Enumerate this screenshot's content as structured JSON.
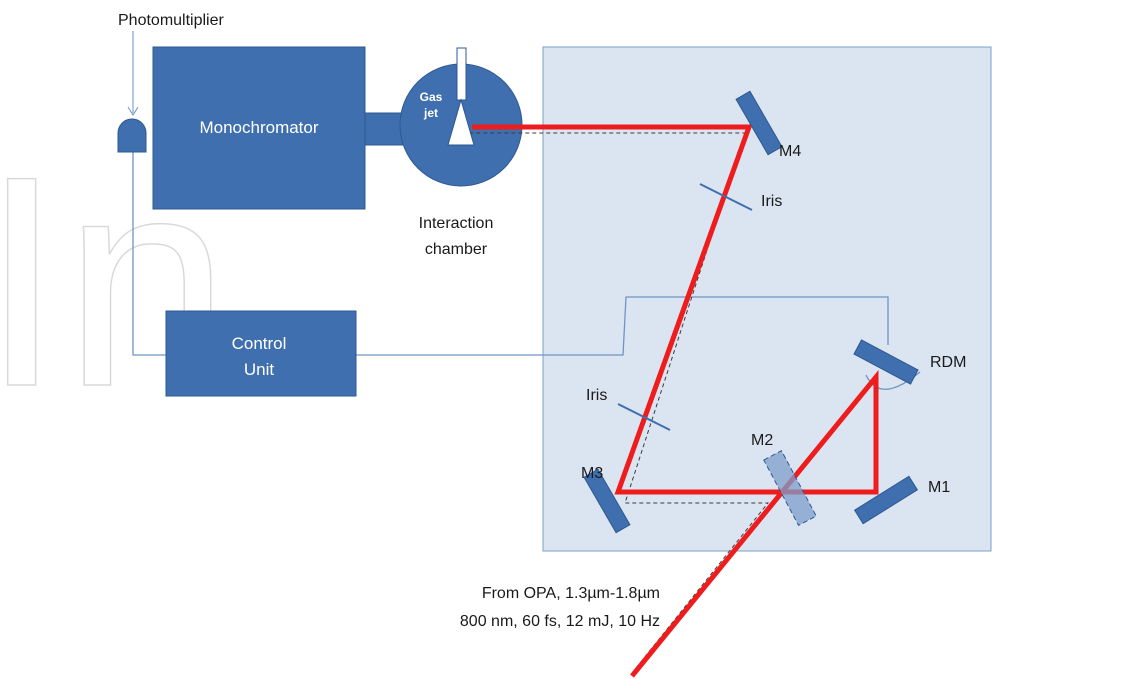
{
  "labels": {
    "photomultiplier": "Photomultiplier",
    "monochromator": "Monochromator",
    "gas": "Gas",
    "jet": "jet",
    "interaction_line1": "Interaction",
    "interaction_line2": "chamber",
    "control_line1": "Control",
    "control_line2": "Unit",
    "m1": "M1",
    "m2": "M2",
    "m3": "M3",
    "m4": "M4",
    "rdm": "RDM",
    "iris_upper": "Iris",
    "iris_lower": "Iris",
    "source_line1": "From OPA, 1.3µm-1.8µm",
    "source_line2": "800 nm, 60 fs, 12 mJ, 10 Hz"
  },
  "watermark": "In",
  "colors": {
    "component_blue": "#3f6fae",
    "component_stroke": "#2f5891",
    "table_fill": "#dbe5f1",
    "table_stroke": "#7ba0cc",
    "beam_red": "#ee1c1c",
    "wire": "#6f93c4"
  }
}
